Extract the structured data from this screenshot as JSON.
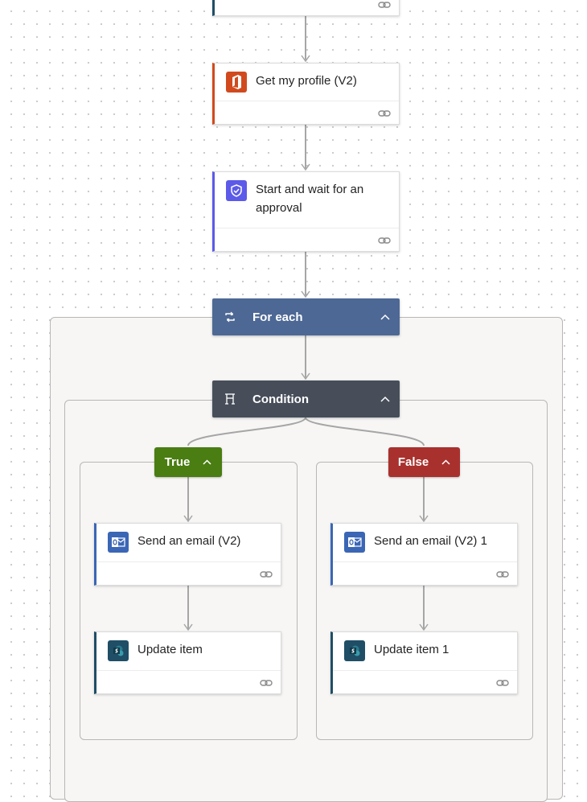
{
  "canvas": {
    "background": "#ffffff",
    "dot_color": "#c9c9c9"
  },
  "actions": {
    "get_profile": {
      "label": "Get my profile (V2)",
      "accent": "#d04a1e",
      "icon": "office-icon"
    },
    "approval": {
      "label": "Start and wait for an approval",
      "accent": "#5c5ae8",
      "icon": "approval-icon"
    }
  },
  "for_each": {
    "label": "For each",
    "color": "#4d6894",
    "icon": "loop-icon"
  },
  "condition": {
    "label": "Condition",
    "color": "#474e5a",
    "icon": "condition-icon"
  },
  "branches": {
    "true": {
      "label": "True",
      "color": "#4a7d12",
      "email": {
        "label": "Send an email (V2)",
        "accent": "#3a66b5",
        "icon": "outlook-icon"
      },
      "update": {
        "label": "Update item",
        "accent": "#1f4e66",
        "icon": "sharepoint-icon"
      }
    },
    "false": {
      "label": "False",
      "color": "#a8312e",
      "email": {
        "label": "Send an email (V2) 1",
        "accent": "#3a66b5",
        "icon": "outlook-icon"
      },
      "update": {
        "label": "Update item 1",
        "accent": "#1f4e66",
        "icon": "sharepoint-icon"
      }
    }
  }
}
